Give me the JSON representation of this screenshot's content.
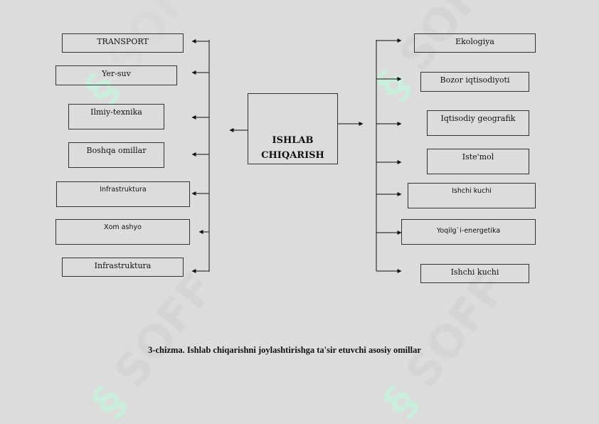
{
  "center": {
    "line1": "ISHLAB",
    "line2": "CHIQARISH"
  },
  "left_factors": [
    "TRANSPORT",
    "Yer-suv",
    "Ilmiy-texnika",
    "Boshqa omillar",
    "Infrastruktura",
    "Xom ashyo",
    "Infrastruktura"
  ],
  "right_factors": [
    "Ekologiya",
    "Bozor iqtisodiyoti",
    "Iqtisodiy geografik",
    "Iste'mol",
    "Ishchi kuchi",
    "Yoqilg`i-energetika",
    "Ishchi kuchi"
  ],
  "caption": "3-chizma. Ishlab chiqarishni joylashtirishga ta'sir etuvchi asosiy omillar",
  "watermark": {
    "text": "SOFF",
    "color": "#c8f0dc"
  }
}
